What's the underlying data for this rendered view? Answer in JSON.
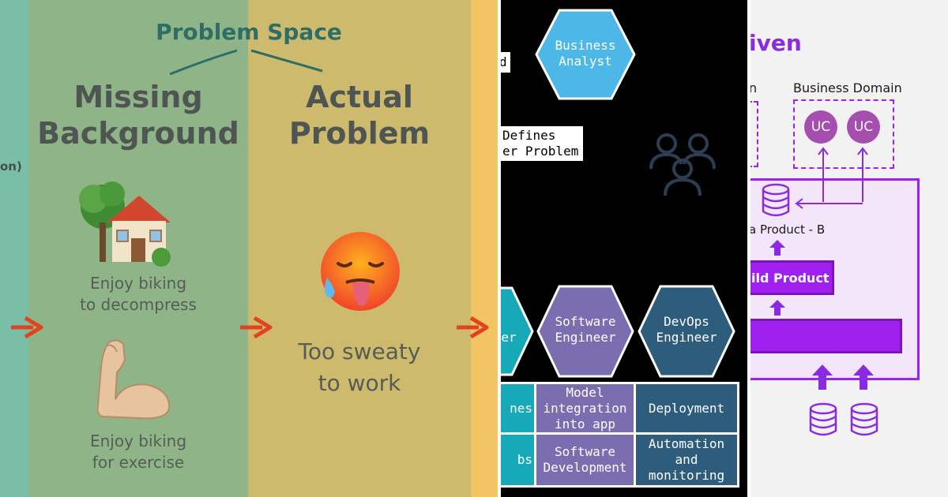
{
  "left_panel": {
    "edge_clip_text": "on)",
    "problem_space_title": "Problem Space",
    "missing_background": {
      "heading": [
        "Missing",
        "Background"
      ],
      "item1_caption": [
        "Enjoy biking",
        "to decompress"
      ],
      "item1_icon": "house-with-tree-icon",
      "item2_caption": [
        "Enjoy biking",
        "for exercise"
      ],
      "item2_icon": "flexed-biceps-icon"
    },
    "actual_problem": {
      "heading": [
        "Actual",
        "Problem"
      ],
      "caption": [
        "Too sweaty",
        "to work"
      ],
      "icon": "hot-face-icon"
    },
    "colors": {
      "teal": "#79bfa8",
      "green": "#8fb487",
      "yellow": "#ceba6c",
      "orange": "#f2c464",
      "arrow": "#e2431f"
    }
  },
  "middle_panel": {
    "clip_label_top": "d",
    "business_analyst": [
      "Business",
      "Analyst"
    ],
    "defines_label": [
      "Defines",
      "er Problem"
    ],
    "people_icon": "users-group-icon",
    "hex_left_clip": "er",
    "software_engineer": [
      "Software",
      "Engineer"
    ],
    "devops_engineer": [
      "DevOps",
      "Engineer"
    ],
    "grid": {
      "row1": [
        "nes",
        "Model integration into app",
        "Deployment"
      ],
      "row2": [
        "bs",
        "Software Development",
        "Automation and monitoring"
      ]
    },
    "colors": {
      "blue": "#4db8e8",
      "purple": "#7a6db0",
      "navy": "#2e5c7c",
      "teal": "#17a9b8"
    }
  },
  "right_panel": {
    "title_clip": "iven",
    "label_clip": "n",
    "business_domain": "Business Domain",
    "uc1": "UC",
    "uc2": "UC",
    "product_b": "a Product - B",
    "build_product": "ild Product",
    "colors": {
      "purple": "#a020f0",
      "uc": "#a64db0",
      "light": "#f3e6fb"
    }
  }
}
